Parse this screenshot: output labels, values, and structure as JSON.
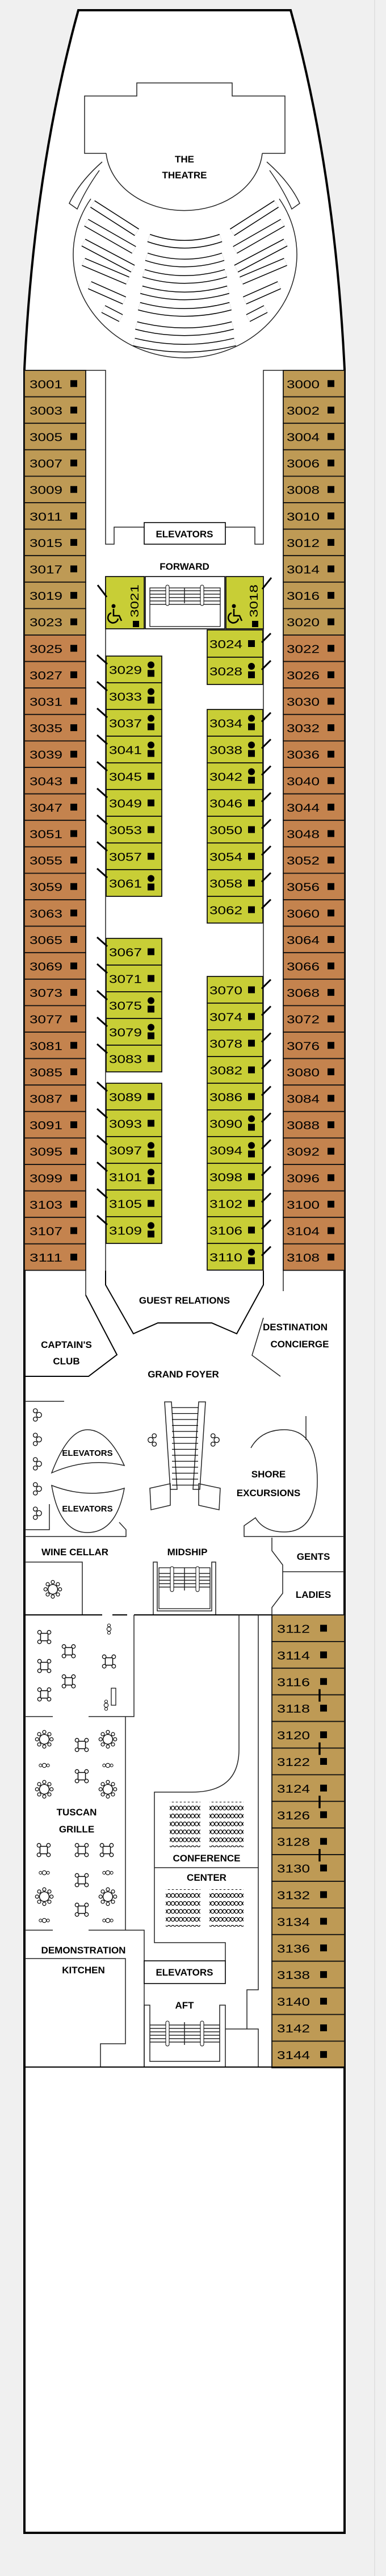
{
  "colors": {
    "cabin_tan": "#BE9A55",
    "cabin_orange": "#C4834E",
    "cabin_inside": "#C8CE36",
    "outline": "#000000",
    "background": "#F0F0F0"
  },
  "areas": {
    "theatre": [
      "THE",
      "THEATRE"
    ],
    "forward_elevators": "ELEVATORS",
    "forward": "FORWARD",
    "guest_relations": "GUEST RELATIONS",
    "captains_club": [
      "CAPTAIN'S",
      "CLUB"
    ],
    "destination_concierge": [
      "DESTINATION",
      "CONCIERGE"
    ],
    "grand_foyer": "GRAND FOYER",
    "midship_elevators_upper": "ELEVATORS",
    "midship_elevators_lower": "ELEVATORS",
    "shore_excursions": [
      "SHORE",
      "EXCURSIONS"
    ],
    "wine_cellar": "WINE CELLAR",
    "midship": "MIDSHIP",
    "gents": "GENTS",
    "ladies": "LADIES",
    "tuscan_grille": [
      "TUSCAN",
      "GRILLE"
    ],
    "conference_center": [
      "CONFERENCE",
      "CENTER"
    ],
    "demonstration_kitchen": [
      "DEMONSTRATION",
      "KITCHEN"
    ],
    "aft_elevators": "ELEVATORS",
    "aft": "AFT"
  },
  "cabins": {
    "port_outer": [
      {
        "number": "3001",
        "color": "#BE9A55",
        "icons": [
          "square"
        ]
      },
      {
        "number": "3003",
        "color": "#BE9A55",
        "icons": [
          "square"
        ]
      },
      {
        "number": "3005",
        "color": "#BE9A55",
        "icons": [
          "square"
        ]
      },
      {
        "number": "3007",
        "color": "#BE9A55",
        "icons": [
          "square"
        ]
      },
      {
        "number": "3009",
        "color": "#BE9A55",
        "icons": [
          "square"
        ]
      },
      {
        "number": "3011",
        "color": "#BE9A55",
        "icons": [
          "square"
        ]
      },
      {
        "number": "3015",
        "color": "#BE9A55",
        "icons": [
          "square"
        ]
      },
      {
        "number": "3017",
        "color": "#BE9A55",
        "icons": [
          "square"
        ]
      },
      {
        "number": "3019",
        "color": "#BE9A55",
        "icons": [
          "square"
        ]
      },
      {
        "number": "3023",
        "color": "#BE9A55",
        "icons": [
          "square"
        ]
      },
      {
        "number": "3025",
        "color": "#C4834E",
        "icons": [
          "square"
        ]
      },
      {
        "number": "3027",
        "color": "#C4834E",
        "icons": [
          "square"
        ]
      },
      {
        "number": "3031",
        "color": "#C4834E",
        "icons": [
          "square"
        ]
      },
      {
        "number": "3035",
        "color": "#C4834E",
        "icons": [
          "square"
        ]
      },
      {
        "number": "3039",
        "color": "#C4834E",
        "icons": [
          "square"
        ]
      },
      {
        "number": "3043",
        "color": "#C4834E",
        "icons": [
          "square"
        ]
      },
      {
        "number": "3047",
        "color": "#C4834E",
        "icons": [
          "square"
        ]
      },
      {
        "number": "3051",
        "color": "#C4834E",
        "icons": [
          "square"
        ]
      },
      {
        "number": "3055",
        "color": "#C4834E",
        "icons": [
          "square"
        ]
      },
      {
        "number": "3059",
        "color": "#C4834E",
        "icons": [
          "square"
        ]
      },
      {
        "number": "3063",
        "color": "#C4834E",
        "icons": [
          "square"
        ]
      },
      {
        "number": "3065",
        "color": "#C4834E",
        "icons": [
          "square"
        ]
      },
      {
        "number": "3069",
        "color": "#C4834E",
        "icons": [
          "square"
        ]
      },
      {
        "number": "3073",
        "color": "#C4834E",
        "icons": [
          "square"
        ]
      },
      {
        "number": "3077",
        "color": "#C4834E",
        "icons": [
          "square"
        ]
      },
      {
        "number": "3081",
        "color": "#C4834E",
        "icons": [
          "square"
        ]
      },
      {
        "number": "3085",
        "color": "#C4834E",
        "icons": [
          "square"
        ]
      },
      {
        "number": "3087",
        "color": "#C4834E",
        "icons": [
          "square"
        ]
      },
      {
        "number": "3091",
        "color": "#C4834E",
        "icons": [
          "square"
        ]
      },
      {
        "number": "3095",
        "color": "#C4834E",
        "icons": [
          "square"
        ]
      },
      {
        "number": "3099",
        "color": "#C4834E",
        "icons": [
          "square"
        ]
      },
      {
        "number": "3103",
        "color": "#C4834E",
        "icons": [
          "square"
        ]
      },
      {
        "number": "3107",
        "color": "#C4834E",
        "icons": [
          "square"
        ]
      },
      {
        "number": "3111",
        "color": "#C4834E",
        "icons": [
          "square"
        ]
      }
    ],
    "starboard_outer": [
      {
        "number": "3000",
        "color": "#BE9A55",
        "icons": [
          "square"
        ]
      },
      {
        "number": "3002",
        "color": "#BE9A55",
        "icons": [
          "square"
        ]
      },
      {
        "number": "3004",
        "color": "#BE9A55",
        "icons": [
          "square"
        ]
      },
      {
        "number": "3006",
        "color": "#BE9A55",
        "icons": [
          "square"
        ]
      },
      {
        "number": "3008",
        "color": "#BE9A55",
        "icons": [
          "square"
        ]
      },
      {
        "number": "3010",
        "color": "#BE9A55",
        "icons": [
          "square"
        ]
      },
      {
        "number": "3012",
        "color": "#BE9A55",
        "icons": [
          "square"
        ]
      },
      {
        "number": "3014",
        "color": "#BE9A55",
        "icons": [
          "square"
        ]
      },
      {
        "number": "3016",
        "color": "#BE9A55",
        "icons": [
          "square"
        ]
      },
      {
        "number": "3020",
        "color": "#BE9A55",
        "icons": [
          "square"
        ]
      },
      {
        "number": "3022",
        "color": "#C4834E",
        "icons": [
          "square"
        ]
      },
      {
        "number": "3026",
        "color": "#C4834E",
        "icons": [
          "square"
        ]
      },
      {
        "number": "3030",
        "color": "#C4834E",
        "icons": [
          "square"
        ]
      },
      {
        "number": "3032",
        "color": "#C4834E",
        "icons": [
          "square"
        ]
      },
      {
        "number": "3036",
        "color": "#C4834E",
        "icons": [
          "square"
        ]
      },
      {
        "number": "3040",
        "color": "#C4834E",
        "icons": [
          "square"
        ]
      },
      {
        "number": "3044",
        "color": "#C4834E",
        "icons": [
          "square"
        ]
      },
      {
        "number": "3048",
        "color": "#C4834E",
        "icons": [
          "square"
        ]
      },
      {
        "number": "3052",
        "color": "#C4834E",
        "icons": [
          "square"
        ]
      },
      {
        "number": "3056",
        "color": "#C4834E",
        "icons": [
          "square"
        ]
      },
      {
        "number": "3060",
        "color": "#C4834E",
        "icons": [
          "square"
        ]
      },
      {
        "number": "3064",
        "color": "#C4834E",
        "icons": [
          "square"
        ]
      },
      {
        "number": "3066",
        "color": "#C4834E",
        "icons": [
          "square"
        ]
      },
      {
        "number": "3068",
        "color": "#C4834E",
        "icons": [
          "square"
        ]
      },
      {
        "number": "3072",
        "color": "#C4834E",
        "icons": [
          "square"
        ]
      },
      {
        "number": "3076",
        "color": "#C4834E",
        "icons": [
          "square"
        ]
      },
      {
        "number": "3080",
        "color": "#C4834E",
        "icons": [
          "square"
        ]
      },
      {
        "number": "3084",
        "color": "#C4834E",
        "icons": [
          "square"
        ]
      },
      {
        "number": "3088",
        "color": "#C4834E",
        "icons": [
          "square"
        ]
      },
      {
        "number": "3092",
        "color": "#C4834E",
        "icons": [
          "square"
        ]
      },
      {
        "number": "3096",
        "color": "#C4834E",
        "icons": [
          "square"
        ]
      },
      {
        "number": "3100",
        "color": "#C4834E",
        "icons": [
          "square"
        ]
      },
      {
        "number": "3104",
        "color": "#C4834E",
        "icons": [
          "square"
        ]
      },
      {
        "number": "3108",
        "color": "#C4834E",
        "icons": [
          "square"
        ]
      }
    ],
    "aft_starboard": [
      {
        "number": "3112",
        "color": "#BE9A55",
        "icons": [
          "square"
        ]
      },
      {
        "number": "3114",
        "color": "#BE9A55",
        "icons": [
          "square"
        ]
      },
      {
        "number": "3116",
        "color": "#BE9A55",
        "icons": [
          "square"
        ]
      },
      {
        "number": "3118",
        "color": "#BE9A55",
        "icons": [
          "square"
        ]
      },
      {
        "number": "3120",
        "color": "#BE9A55",
        "icons": [
          "square"
        ]
      },
      {
        "number": "3122",
        "color": "#BE9A55",
        "icons": [
          "square"
        ]
      },
      {
        "number": "3124",
        "color": "#BE9A55",
        "icons": [
          "square"
        ]
      },
      {
        "number": "3126",
        "color": "#BE9A55",
        "icons": [
          "square"
        ]
      },
      {
        "number": "3128",
        "color": "#BE9A55",
        "icons": [
          "square"
        ]
      },
      {
        "number": "3130",
        "color": "#BE9A55",
        "icons": [
          "square"
        ]
      },
      {
        "number": "3132",
        "color": "#BE9A55",
        "icons": [
          "square"
        ]
      },
      {
        "number": "3134",
        "color": "#BE9A55",
        "icons": [
          "square"
        ]
      },
      {
        "number": "3136",
        "color": "#BE9A55",
        "icons": [
          "square"
        ]
      },
      {
        "number": "3138",
        "color": "#BE9A55",
        "icons": [
          "square"
        ]
      },
      {
        "number": "3140",
        "color": "#BE9A55",
        "icons": [
          "square"
        ]
      },
      {
        "number": "3142",
        "color": "#BE9A55",
        "icons": [
          "square"
        ]
      },
      {
        "number": "3144",
        "color": "#BE9A55",
        "icons": [
          "square"
        ]
      }
    ],
    "aft_connecting_pairs": [
      [
        "3116",
        "3118"
      ],
      [
        "3120",
        "3122"
      ],
      [
        "3124",
        "3126"
      ],
      [
        "3128",
        "3130"
      ]
    ],
    "port_inner_1": [
      {
        "number": "3029",
        "color": "#C8CE36",
        "icons": [
          "circle",
          "square",
          "slash"
        ]
      },
      {
        "number": "3033",
        "color": "#C8CE36",
        "icons": [
          "circle",
          "square",
          "slash"
        ]
      },
      {
        "number": "3037",
        "color": "#C8CE36",
        "icons": [
          "circle",
          "square",
          "slash"
        ]
      },
      {
        "number": "3041",
        "color": "#C8CE36",
        "icons": [
          "circle",
          "square",
          "slash"
        ]
      },
      {
        "number": "3045",
        "color": "#C8CE36",
        "icons": [
          "square",
          "slash"
        ]
      },
      {
        "number": "3049",
        "color": "#C8CE36",
        "icons": [
          "square",
          "slash"
        ]
      },
      {
        "number": "3053",
        "color": "#C8CE36",
        "icons": [
          "square",
          "slash"
        ]
      },
      {
        "number": "3057",
        "color": "#C8CE36",
        "icons": [
          "square",
          "slash"
        ]
      },
      {
        "number": "3061",
        "color": "#C8CE36",
        "icons": [
          "circle",
          "square",
          "slash"
        ]
      }
    ],
    "port_inner_2": [
      {
        "number": "3067",
        "color": "#C8CE36",
        "icons": [
          "square",
          "slash"
        ]
      },
      {
        "number": "3071",
        "color": "#C8CE36",
        "icons": [
          "square",
          "slash"
        ]
      },
      {
        "number": "3075",
        "color": "#C8CE36",
        "icons": [
          "circle",
          "square",
          "slash"
        ]
      },
      {
        "number": "3079",
        "color": "#C8CE36",
        "icons": [
          "circle",
          "square",
          "slash"
        ]
      },
      {
        "number": "3083",
        "color": "#C8CE36",
        "icons": [
          "square",
          "slash"
        ]
      }
    ],
    "port_inner_3": [
      {
        "number": "3089",
        "color": "#C8CE36",
        "icons": [
          "square",
          "slash"
        ]
      },
      {
        "number": "3093",
        "color": "#C8CE36",
        "icons": [
          "square",
          "slash"
        ]
      },
      {
        "number": "3097",
        "color": "#C8CE36",
        "icons": [
          "circle",
          "square",
          "slash"
        ]
      },
      {
        "number": "3101",
        "color": "#C8CE36",
        "icons": [
          "circle",
          "square",
          "slash"
        ]
      },
      {
        "number": "3105",
        "color": "#C8CE36",
        "icons": [
          "square",
          "slash"
        ]
      },
      {
        "number": "3109",
        "color": "#C8CE36",
        "icons": [
          "circle",
          "square",
          "slash"
        ]
      }
    ],
    "starboard_inner_1": [
      {
        "number": "3024",
        "color": "#C8CE36",
        "icons": [
          "square",
          "slash"
        ]
      },
      {
        "number": "3028",
        "color": "#C8CE36",
        "icons": [
          "circle",
          "square",
          "slash"
        ]
      }
    ],
    "starboard_inner_2": [
      {
        "number": "3034",
        "color": "#C8CE36",
        "icons": [
          "circle",
          "square",
          "slash"
        ]
      },
      {
        "number": "3038",
        "color": "#C8CE36",
        "icons": [
          "circle",
          "square",
          "slash"
        ]
      },
      {
        "number": "3042",
        "color": "#C8CE36",
        "icons": [
          "circle",
          "square",
          "slash"
        ]
      },
      {
        "number": "3046",
        "color": "#C8CE36",
        "icons": [
          "square",
          "slash"
        ]
      },
      {
        "number": "3050",
        "color": "#C8CE36",
        "icons": [
          "square",
          "slash"
        ]
      },
      {
        "number": "3054",
        "color": "#C8CE36",
        "icons": [
          "square",
          "slash"
        ]
      },
      {
        "number": "3058",
        "color": "#C8CE36",
        "icons": [
          "square",
          "slash"
        ]
      },
      {
        "number": "3062",
        "color": "#C8CE36",
        "icons": [
          "square",
          "slash"
        ]
      }
    ],
    "starboard_inner_3": [
      {
        "number": "3070",
        "color": "#C8CE36",
        "icons": [
          "square",
          "slash"
        ]
      },
      {
        "number": "3074",
        "color": "#C8CE36",
        "icons": [
          "square",
          "slash"
        ]
      },
      {
        "number": "3078",
        "color": "#C8CE36",
        "icons": [
          "square",
          "slash"
        ]
      },
      {
        "number": "3082",
        "color": "#C8CE36",
        "icons": [
          "square",
          "slash"
        ]
      },
      {
        "number": "3086",
        "color": "#C8CE36",
        "icons": [
          "square",
          "slash"
        ]
      },
      {
        "number": "3090",
        "color": "#C8CE36",
        "icons": [
          "circle",
          "square",
          "slash"
        ]
      },
      {
        "number": "3094",
        "color": "#C8CE36",
        "icons": [
          "circle",
          "square",
          "slash"
        ]
      },
      {
        "number": "3098",
        "color": "#C8CE36",
        "icons": [
          "square",
          "slash"
        ]
      },
      {
        "number": "3102",
        "color": "#C8CE36",
        "icons": [
          "square",
          "slash"
        ]
      },
      {
        "number": "3106",
        "color": "#C8CE36",
        "icons": [
          "square",
          "slash"
        ]
      },
      {
        "number": "3110",
        "color": "#C8CE36",
        "icons": [
          "circle",
          "square",
          "slash"
        ]
      }
    ],
    "accessible": [
      {
        "number": "3021",
        "color": "#C8CE36",
        "icons": [
          "wheelchair",
          "square",
          "slash"
        ]
      },
      {
        "number": "3018",
        "color": "#C8CE36",
        "icons": [
          "wheelchair",
          "square",
          "slash"
        ]
      }
    ]
  }
}
